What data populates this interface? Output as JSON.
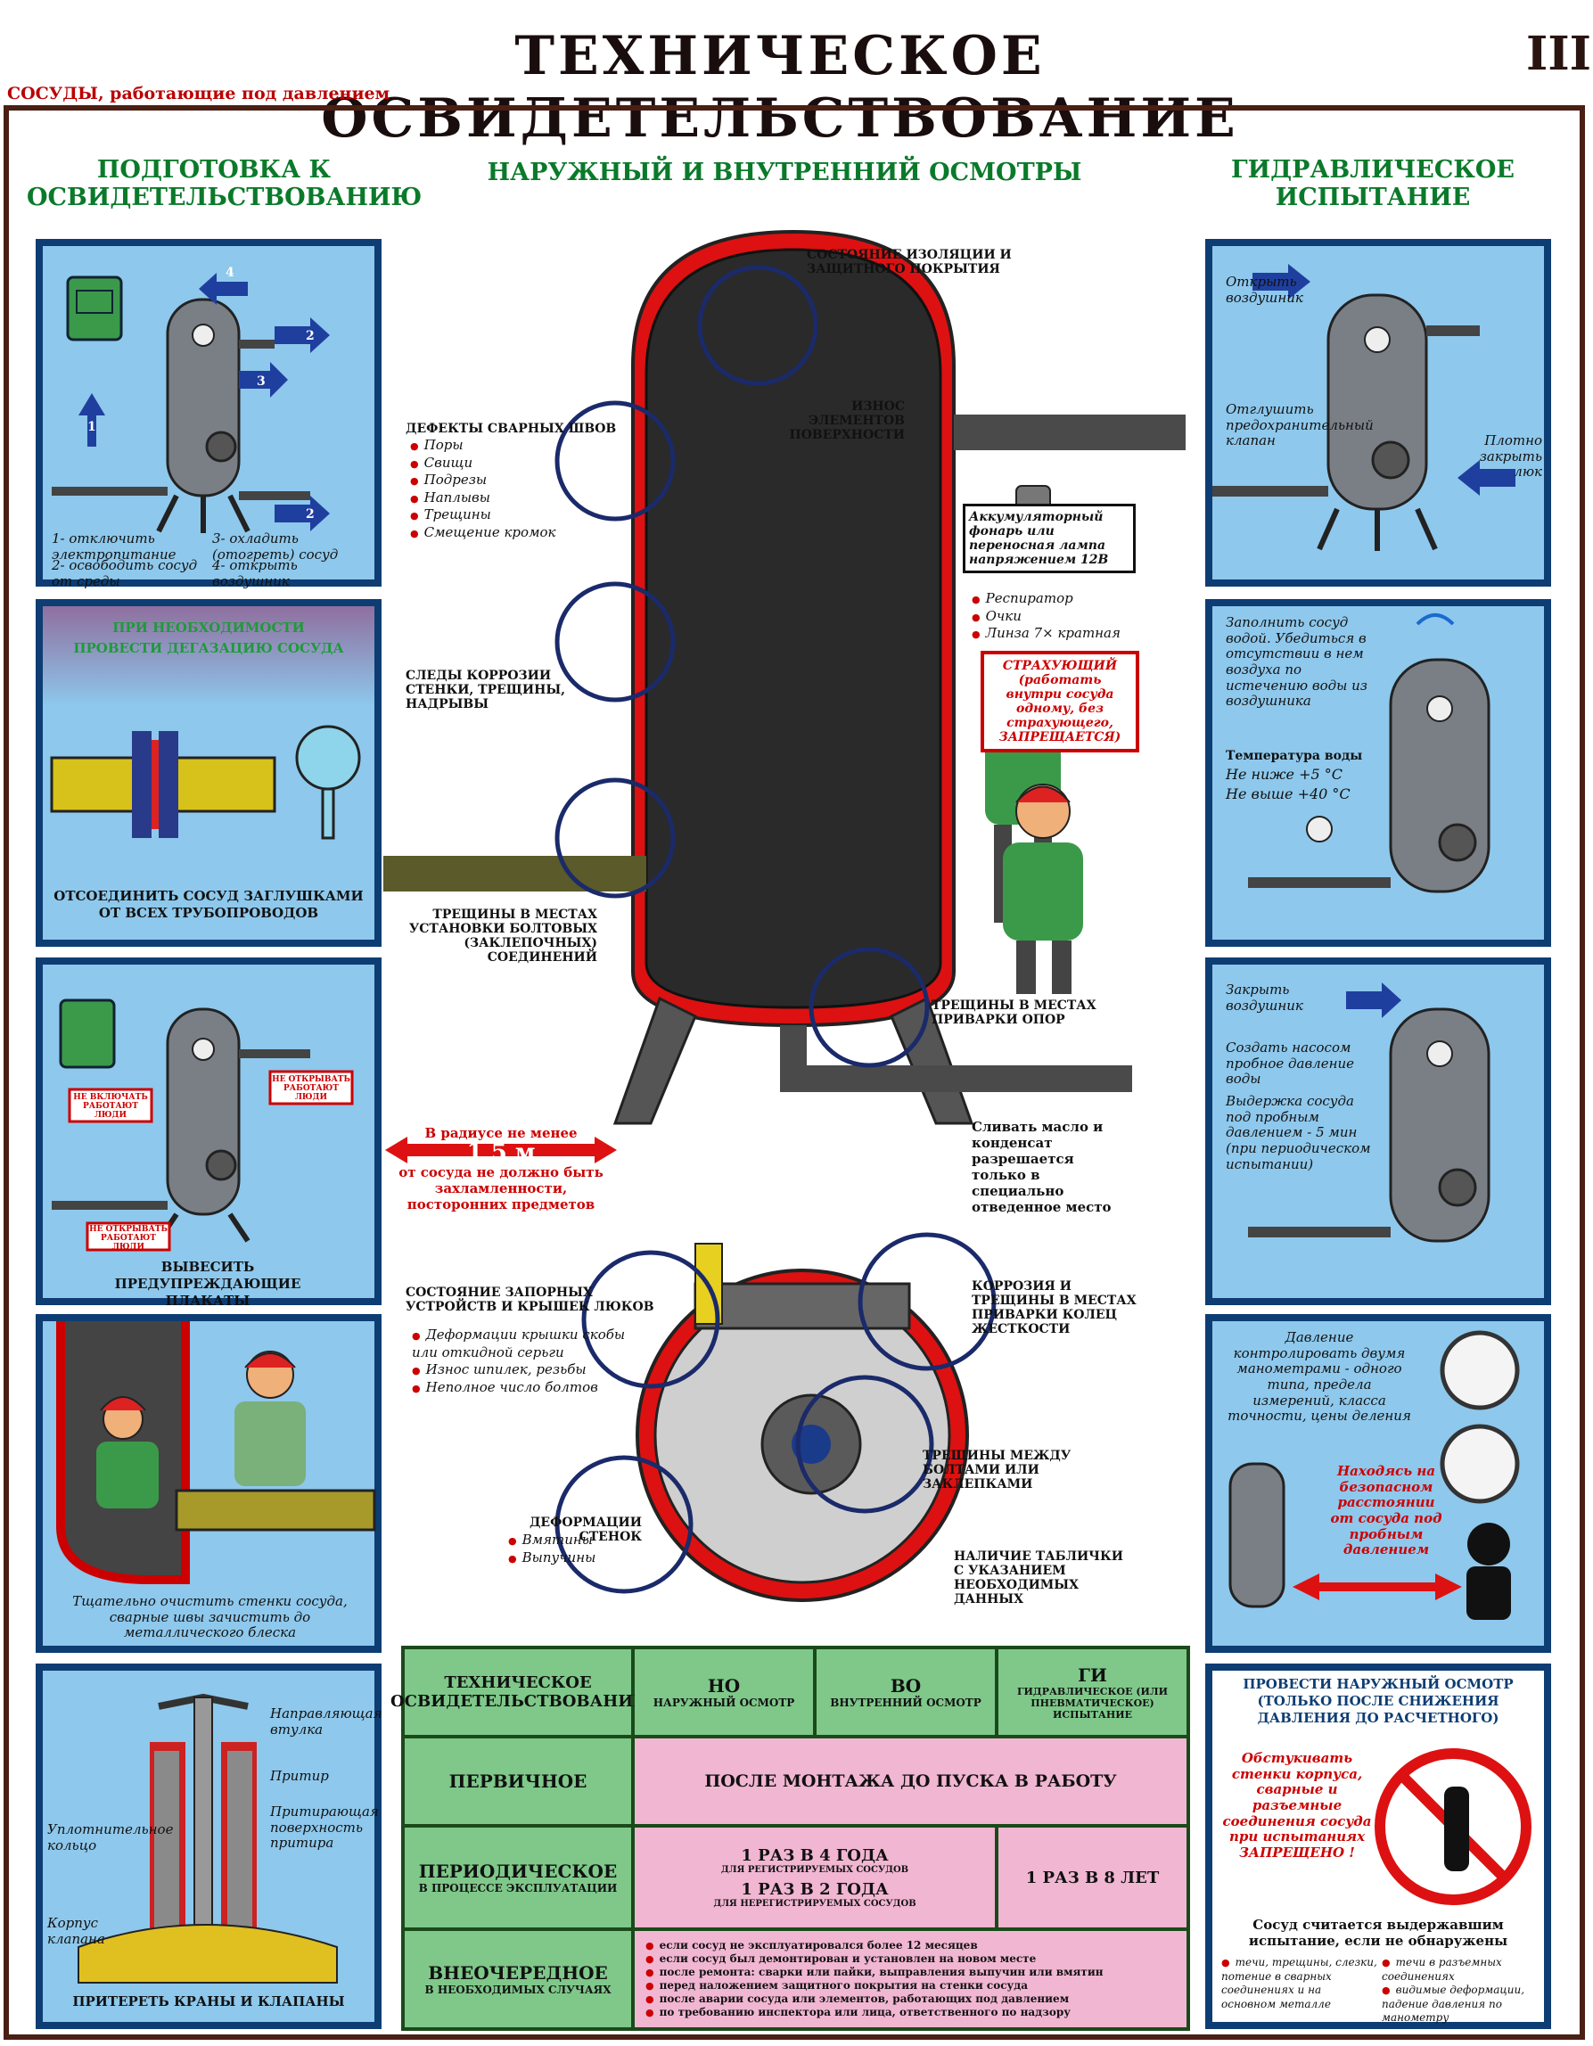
{
  "header": {
    "title": "ТЕХНИЧЕСКОЕ ОСВИДЕТЕЛЬСТВОВАНИЕ",
    "sheet_number": "III",
    "subtitle": "СОСУДЫ, работающие под давлением"
  },
  "left": {
    "heading": "ПОДГОТОВКА К ОСВИДЕТЕЛЬСТВОВАНИЮ",
    "panel1": {
      "arrow_numbers": [
        "1",
        "2",
        "3",
        "4",
        "2"
      ],
      "captions": [
        "1- отключить электропитание",
        "2- освободить сосуд от среды",
        "3- охладить (отогреть) сосуд",
        "4- открыть воздушник"
      ]
    },
    "panel2": {
      "title_line1": "ПРИ НЕОБХОДИМОСТИ",
      "title_line2": "ПРОВЕСТИ ДЕГАЗАЦИЮ СОСУДА",
      "caption": "ОТСОЕДИНИТЬ СОСУД ЗАГЛУШКАМИ ОТ ВСЕХ ТРУБОПРОВОДОВ"
    },
    "panel3": {
      "sign_no_switch": "НЕ ВКЛЮЧАТЬ РАБОТАЮТ ЛЮДИ",
      "sign_no_open": "НЕ ОТКРЫВАТЬ РАБОТАЮТ ЛЮДИ",
      "caption": "ВЫВЕСИТЬ предупреждающие плакаты"
    },
    "panel4": {
      "caption": "Тщательно очистить стенки сосуда, сварные швы зачистить до металлического блеска"
    },
    "panel5": {
      "labels": [
        "Направляющая втулка",
        "Притир",
        "Притирающая поверхность притира",
        "Уплотнительное кольцо",
        "Корпус клапана"
      ],
      "caption": "ПРИТЕРЕТЬ КРАНЫ И КЛАПАНЫ"
    }
  },
  "center": {
    "heading": "НАРУЖНЫЙ И ВНУТРЕННИЙ ОСМОТРЫ",
    "insulation": "СОСТОЯНИЕ ИЗОЛЯЦИИ И ЗАЩИТНОГО ПОКРЫТИЯ",
    "weld_defects": {
      "title": "ДЕФЕКТЫ СВАРНЫХ ШВОВ",
      "items": [
        "Поры",
        "Свищи",
        "Подрезы",
        "Наплывы",
        "Трещины",
        "Смещение кромок"
      ]
    },
    "wear": "ИЗНОС ЭЛЕМЕНТОВ ПОВЕРХНОСТИ",
    "lamp": "Аккумуляторный фонарь или переносная лампа напряжением 12В",
    "equipment": [
      "Респиратор",
      "Очки",
      "Линза 7× кратная"
    ],
    "corrosion": "СЛЕДЫ КОРРОЗИИ СТЕНКИ, ТРЕЩИНЫ, НАДРЫВЫ",
    "insurer": "СТРАХУЮЩИЙ (работать внутри сосуда одному, без страхующего, ЗАПРЕЩАЕТСЯ)",
    "bolt_cracks": "ТРЕЩИНЫ В МЕСТАХ УСТАНОВКИ БОЛТОВЫХ (ЗАКЛЕПОЧНЫХ) СОЕДИНЕНИЙ",
    "support_cracks": "ТРЕЩИНЫ В МЕСТАХ ПРИВАРКИ ОПОР",
    "radius_top": "В радиусе не менее",
    "radius_value": "1,5 м",
    "radius_bottom": "от сосуда не должно быть захламленности, посторонних предметов",
    "drain": "Сливать масло и конденсат разрешается только в специально отведенное место",
    "hatch": {
      "title": "СОСТОЯНИЕ ЗАПОРНЫХ УСТРОЙСТВ И КРЫШЕК ЛЮКОВ",
      "items": [
        "Деформации крышки скобы или откидной серьги",
        "Износ шпилек, резьбы",
        "Неполное число болтов"
      ]
    },
    "ring_corrosion": "КОРРОЗИЯ И ТРЕЩИНЫ В МЕСТАХ ПРИВАРКИ КОЛЕЦ ЖЕСТКОСТИ",
    "between_bolts": "ТРЕЩИНЫ МЕЖДУ БОЛТАМИ ИЛИ ЗАКЛЕПКАМИ",
    "wall_deform": {
      "title": "ДЕФОРМАЦИИ СТЕНОК",
      "items": [
        "Вмятины",
        "Выпучины"
      ]
    },
    "nameplate": "НАЛИЧИЕ ТАБЛИЧКИ С УКАЗАНИЕМ НЕОБХОДИМЫХ ДАННЫХ"
  },
  "right": {
    "heading": "ГИДРАВЛИЧЕСКОЕ ИСПЫТАНИЕ",
    "panel1": {
      "open_vent": "Открыть воздушник",
      "check_valve": "Отглушить предохранительный клапан",
      "close_hatch": "Плотно закрыть люк"
    },
    "panel2": {
      "fill": "Заполнить сосуд водой. Убедиться в отсутствии в нем воздуха по истечению воды из воздушника",
      "temp_title": "Температура воды",
      "temp_min": "Не ниже +5 °С",
      "temp_max": "Не выше +40 °С"
    },
    "panel3": {
      "close_vent": "Закрыть воздушник",
      "pressure": "Создать насосом пробное давление воды",
      "hold": "Выдержка сосуда под пробным давлением - 5 мин (при периодическом испытании)"
    },
    "panel4": {
      "gauges": "Давление контролировать двумя манометрами - одного типа, предела измерений, класса точности, цены деления",
      "safe": "Находясь на безопасном расстоянии от сосуда под пробным давлением"
    },
    "panel5": {
      "title": "ПРОВЕСТИ НАРУЖНЫЙ ОСМОТР (ТОЛЬКО ПОСЛЕ СНИЖЕНИЯ ДАВЛЕНИЯ ДО РАСЧЕТНОГО)",
      "forbidden": "Обстукивать стенки корпуса, сварные и разъемные соединения сосуда при испытаниях ЗАПРЕЩЕНО !",
      "pass": "Сосуд считается выдержавшим испытание, если не обнаружены",
      "items_left": [
        "течи, трещины, слезки, потение в сварных соединениях и на основном металле"
      ],
      "items_right": [
        "течи в разъемных соединениях",
        "видимые деформации, падение давления по манометру"
      ]
    }
  },
  "table": {
    "h_type": "ТЕХНИЧЕСКОЕ освидетельствование",
    "h_no_code": "НО",
    "h_no": "НАРУЖНЫЙ ОСМОТР",
    "h_vo_code": "ВО",
    "h_vo": "ВНУТРЕННИЙ ОСМОТР",
    "h_gi_code": "ГИ",
    "h_gi": "ГИДРАВЛИЧЕСКОЕ (или пневматическое) испытание",
    "r1_name": "ПЕРВИЧНОЕ",
    "r1_value": "ПОСЛЕ МОНТАЖА ДО ПУСКА В РАБОТУ",
    "r2_name": "ПЕРИОДИЧЕСКОЕ",
    "r2_sub": "в процессе эксплуатации",
    "r2_a": "1 РАЗ В 4 ГОДА",
    "r2_a_sub": "для регистрируемых сосудов",
    "r2_b": "1 РАЗ В 2 ГОДА",
    "r2_b_sub": "для нерегистрируемых сосудов",
    "r2_gi": "1 РАЗ В 8 ЛЕТ",
    "r3_name": "ВНЕОЧЕРЕДНОЕ",
    "r3_sub": "в необходимых случаях",
    "r3_items": [
      "если сосуд не эксплуатировался более 12 месяцев",
      "если сосуд был демонтирован и установлен на новом месте",
      "после ремонта: сварки или пайки, выправления выпучин или вмятин",
      "перед наложением защитного покрытия на стенки сосуда",
      "после аварии сосуда или элементов, работающих под давлением",
      "по требованию инспектора или лица, ответственного по надзору"
    ]
  },
  "colors": {
    "panel_blue": "#8ec8ec",
    "frame": "#0d3d73",
    "heading_green": "#0a7a2a",
    "warning_red": "#cc0000",
    "table_green": "#7fc88a",
    "table_pink": "#f1b6d2"
  }
}
